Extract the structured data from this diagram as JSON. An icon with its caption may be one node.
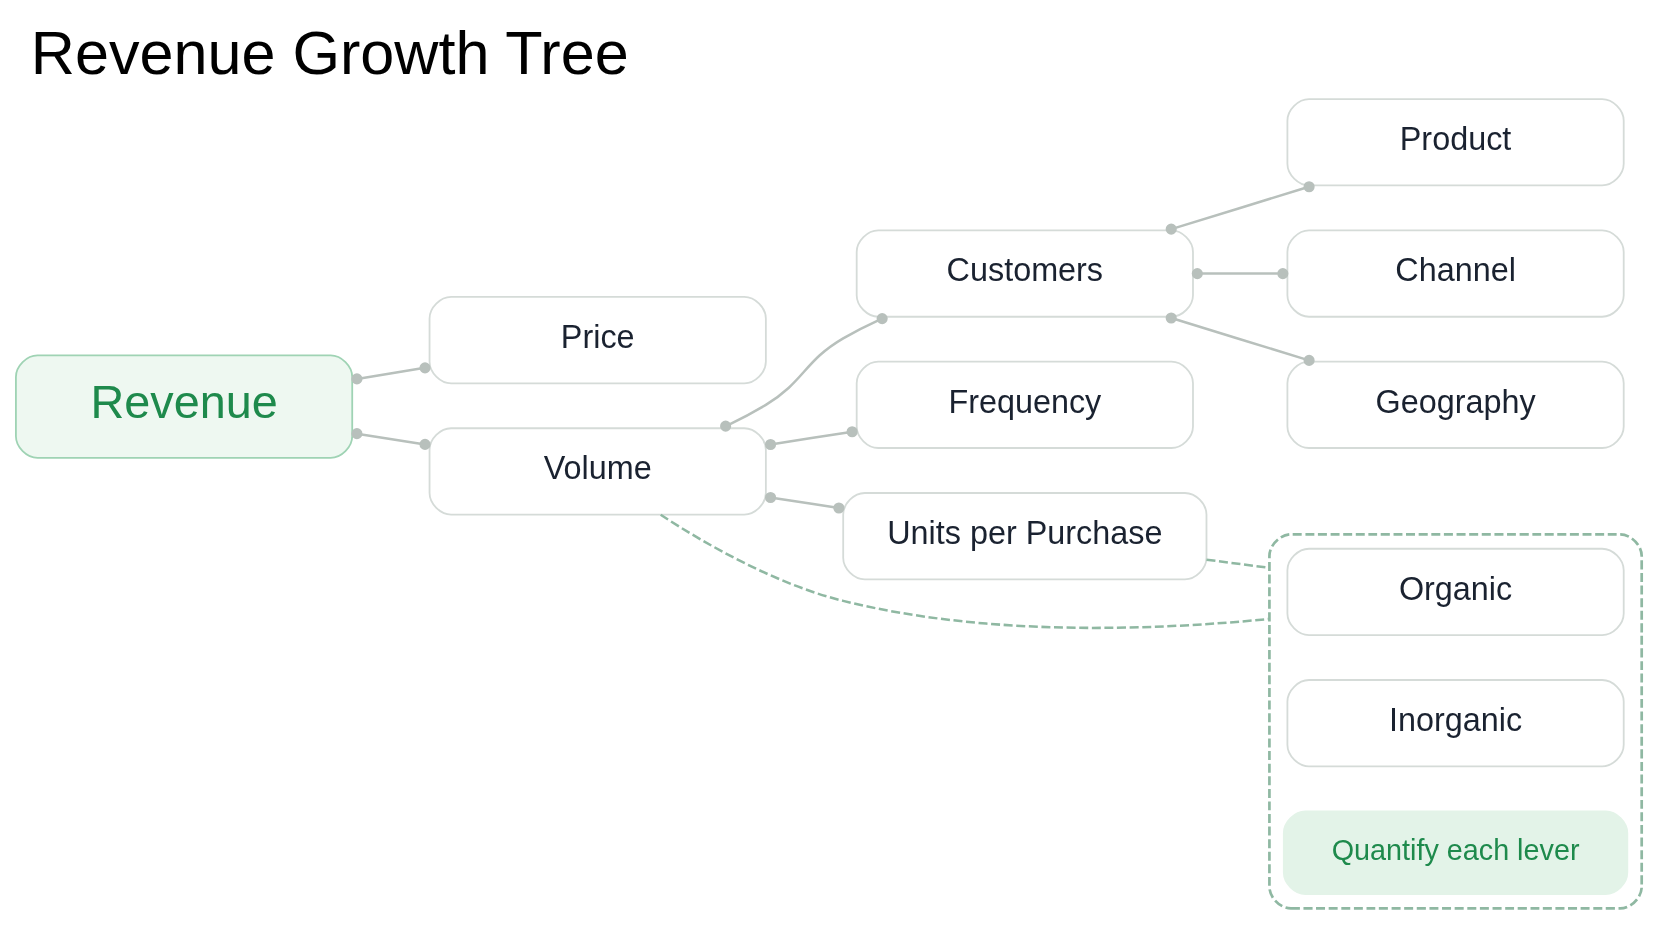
{
  "diagram": {
    "title": "Revenue Growth Tree",
    "nodes": [
      {
        "text": [
          "Revenue"
        ]
      },
      {
        "text": [
          "Price"
        ]
      },
      {
        "text": [
          "Volume"
        ]
      },
      {
        "text": [
          "Customers"
        ]
      },
      {
        "text": [
          "Frequency"
        ]
      },
      {
        "text": [
          "Units per Purchase"
        ]
      },
      {
        "text": [
          "Product"
        ]
      },
      {
        "text": [
          "Channel"
        ]
      },
      {
        "text": [
          "Geography"
        ]
      },
      {
        "text": [],
        "shape": "box"
      },
      {
        "text": [
          "Organic"
        ],
        "in": 9
      },
      {
        "text": [
          "Inorganic"
        ],
        "in": 9
      },
      {
        "text": [
          "Quantify each lever"
        ],
        "in": 9
      }
    ],
    "edges": [
      {
        "from": 0,
        "to": 1,
        "arrow": "other"
      },
      {
        "from": 0,
        "to": 2,
        "arrow": "other"
      },
      {
        "from": 2,
        "to": 3,
        "arrow": "other"
      },
      {
        "from": 2,
        "to": 4,
        "arrow": "other"
      },
      {
        "from": 2,
        "to": 5,
        "arrow": "other"
      },
      {
        "from": 3,
        "to": 6,
        "arrow": "other"
      },
      {
        "from": 3,
        "to": 7,
        "arrow": "other"
      },
      {
        "from": 3,
        "to": 8,
        "arrow": "other"
      },
      {
        "from": 2,
        "to": 9,
        "arrow": "none",
        "style": "dashed",
        "color": "#8fb8a2"
      },
      {
        "from": 5,
        "to": 9,
        "arrow": "none",
        "style": "dashed",
        "color": "#8fb8a2"
      }
    ]
  }
}
